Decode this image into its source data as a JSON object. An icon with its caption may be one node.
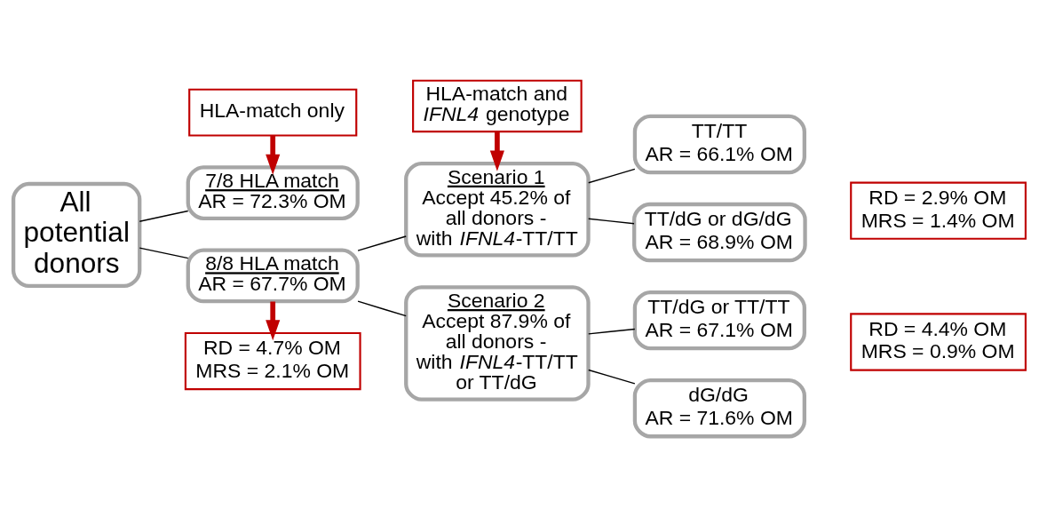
{
  "diagram": {
    "nodes": [
      {
        "text": [
          "All potential donors"
        ]
      },
      {
        "text": [
          "HLA-match only"
        ]
      },
      {
        "text": [
          "7/8 HLA match",
          "AR = 72.3% OM"
        ]
      },
      {
        "text": [
          "8/8 HLA match",
          "AR = 67.7% OM"
        ]
      },
      {
        "text": [
          "RD = 4.7% OM",
          "MRS = 2.1% OM"
        ]
      },
      {
        "text": [
          "HLA-match and *IFNL4* genotype"
        ]
      },
      {
        "text": [
          "Scenario 1",
          "Accept 45.2% of all donors - with *IFNL4*-TT/TT"
        ]
      },
      {
        "text": [
          "Scenario 2",
          "Accept 87.9% of all donors - with *IFNL4*-TT/TT or TT/dG"
        ]
      },
      {
        "text": [
          "TT/TT",
          "AR = 66.1% OM"
        ]
      },
      {
        "text": [
          "TT/dG or dG/dG",
          "AR = 68.9% OM"
        ]
      },
      {
        "text": [
          "TT/dG or TT/TT",
          "AR = 67.1% OM"
        ]
      },
      {
        "text": [
          "dG/dG",
          "AR = 71.6% OM"
        ]
      },
      {
        "text": [
          "RD = 2.9% OM",
          "MRS = 1.4% OM"
        ]
      },
      {
        "text": [
          "RD = 4.4% OM",
          "MRS = 0.9% OM"
        ]
      }
    ],
    "edges": [
      {
        "from": 0,
        "to": 2,
        "arrow": "none"
      },
      {
        "from": 0,
        "to": 3,
        "arrow": "none"
      },
      {
        "from": 1,
        "to": 2,
        "arrow": "to",
        "style": "thick",
        "color": "#c00000"
      },
      {
        "from": 3,
        "to": 4,
        "arrow": "to",
        "style": "thick",
        "color": "#c00000"
      },
      {
        "from": 5,
        "to": 6,
        "arrow": "to",
        "style": "thick",
        "color": "#c00000"
      },
      {
        "from": 3,
        "to": 6,
        "arrow": "none"
      },
      {
        "from": 3,
        "to": 7,
        "arrow": "none"
      },
      {
        "from": 6,
        "to": 8,
        "arrow": "none"
      },
      {
        "from": 6,
        "to": 9,
        "arrow": "none"
      },
      {
        "from": 7,
        "to": 10,
        "arrow": "none"
      },
      {
        "from": 7,
        "to": 11,
        "arrow": "none"
      }
    ]
  }
}
